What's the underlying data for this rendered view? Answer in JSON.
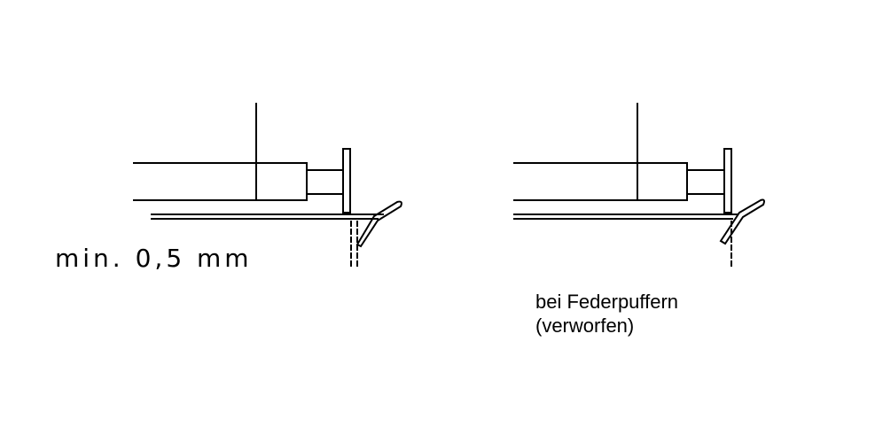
{
  "annotations": {
    "clearance_label": "min. 0,5 mm",
    "spring_buffer_note_line1": "bei Federpuffern",
    "spring_buffer_note_line2": "(verworfen)"
  },
  "colors": {
    "ink": "#000000",
    "background": "#ffffff"
  }
}
